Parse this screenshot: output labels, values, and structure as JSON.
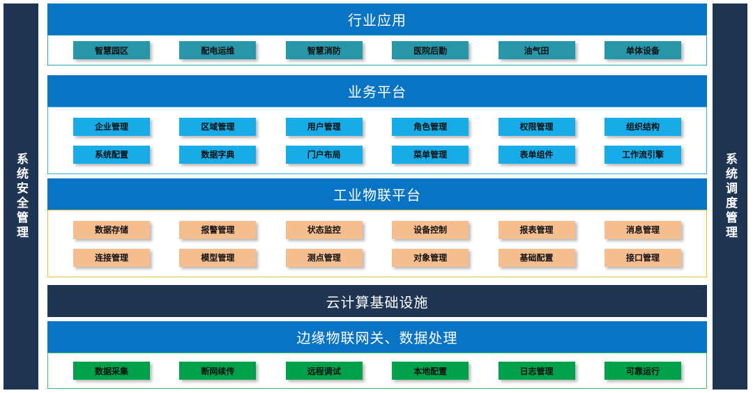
{
  "rails": {
    "left": {
      "label": "系统安全管理",
      "name": "system-security-management"
    },
    "right": {
      "label": "系统调度管理",
      "name": "system-dispatch-management"
    }
  },
  "colors": {
    "header_blue": "#0A74C4",
    "header_dark": "#1e3553",
    "chip_teal": "#2796a8",
    "chip_blue": "#17ace8",
    "chip_peach": "#f6be8f",
    "chip_green": "#00a14b",
    "border_teal": "#2aa7bd",
    "border_blue": "#35ade8",
    "border_gold": "#f2c230",
    "border_green": "#3dbd6e"
  },
  "sections": [
    {
      "id": "industry-application",
      "title": "行业应用",
      "rows": [
        [
          "智慧园区",
          "配电运维",
          "智慧消防",
          "医院后勤",
          "油气田",
          "单体设备"
        ]
      ]
    },
    {
      "id": "business-platform",
      "title": "业务平台",
      "rows": [
        [
          "企业管理",
          "区域管理",
          "用户管理",
          "角色管理",
          "权限管理",
          "组织结构"
        ],
        [
          "系统配置",
          "数据字典",
          "门户布局",
          "菜单管理",
          "表单组件",
          "工作流引擎"
        ]
      ]
    },
    {
      "id": "industrial-iot-platform",
      "title": "工业物联平台",
      "rows": [
        [
          "数据存储",
          "报警管理",
          "状态监控",
          "设备控制",
          "报表管理",
          "消息管理"
        ],
        [
          "连接管理",
          "模型管理",
          "测点管理",
          "对象管理",
          "基础配置",
          "接口管理"
        ]
      ]
    },
    {
      "id": "cloud-infrastructure",
      "title": "云计算基础设施",
      "rows": []
    },
    {
      "id": "edge-gateway-data-processing",
      "title": "边缘物联网关、数据处理",
      "rows": [
        [
          "数据采集",
          "断网续传",
          "远程调试",
          "本地配置",
          "日志管理",
          "可靠运行"
        ]
      ]
    }
  ]
}
